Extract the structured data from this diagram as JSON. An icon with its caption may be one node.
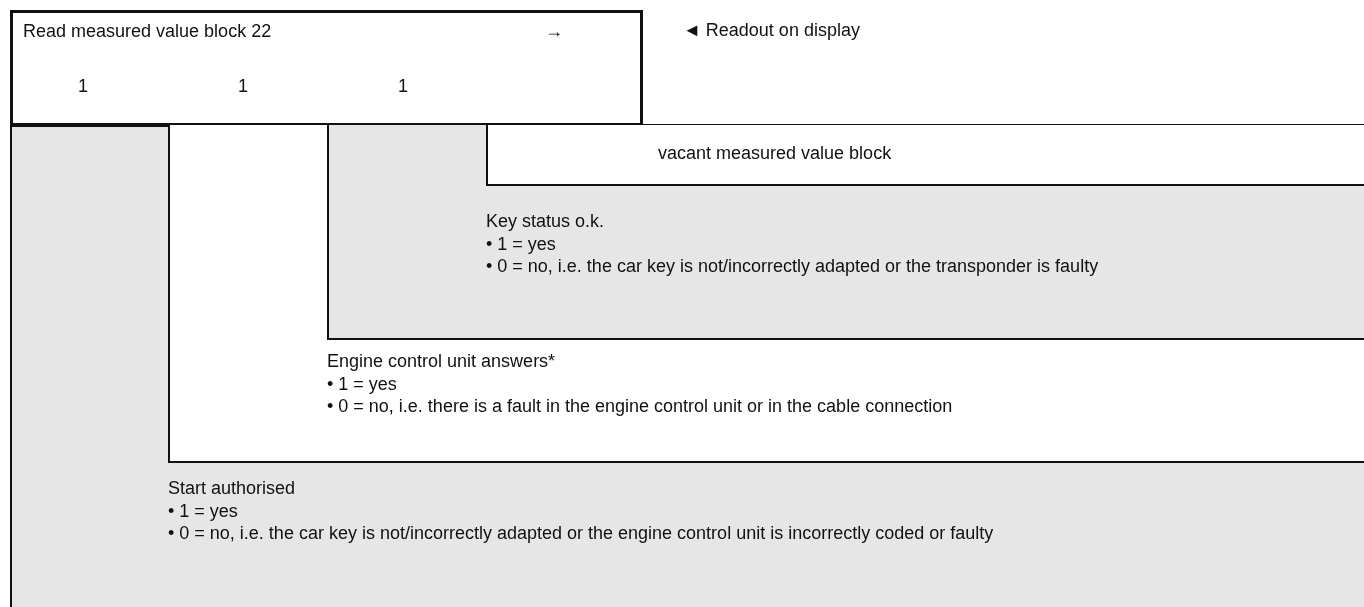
{
  "diagram": {
    "nodes": [
      {
        "text": [
          "Read measured value block 22",
          "→"
        ],
        "beside": [
          "◄ Readout on display"
        ]
      },
      {
        "text": [
          "Start authorised",
          "• 1 = yes",
          "• 0 = no, i.e. the car key is not/incorrectly adapted or the engine control unit is incorrectly coded or faulty"
        ]
      },
      {
        "text": [
          "Engine control unit answers*",
          "• 1 = yes",
          "• 0 = no, i.e. there is a fault in the engine control unit or in the cable connection"
        ],
        "in": 1
      },
      {
        "text": [
          "Key status o.k.",
          "• 1 = yes",
          "• 0 = no, i.e. the car key is not/incorrectly adapted or the transponder is faulty"
        ],
        "in": 2
      },
      {
        "text": [
          "vacant measured value block"
        ],
        "in": 3
      }
    ],
    "labels": [
      "1",
      "1",
      "1"
    ]
  }
}
